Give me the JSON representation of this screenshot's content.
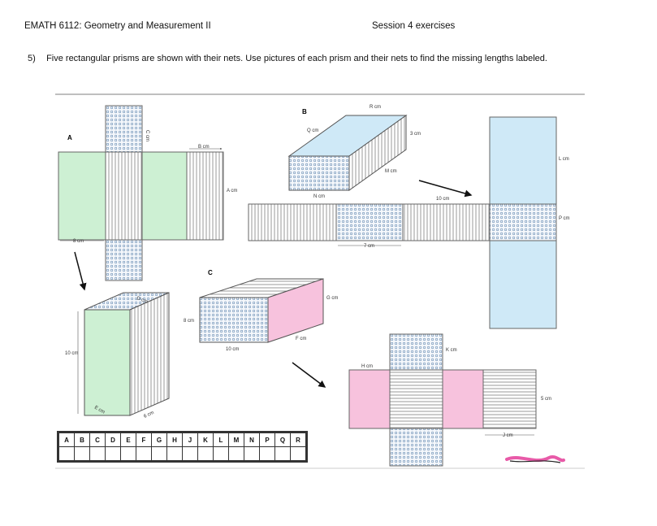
{
  "header": {
    "course": "EMATH 6112: Geometry and Measurement II",
    "session": "Session 4 exercises"
  },
  "prompt": {
    "number": "5)",
    "text": "Five rectangular prisms are shown with their nets. Use pictures of each prism and their nets to find the missing lengths labeled."
  },
  "figure": {
    "prism_labels": {
      "a": "A",
      "b": "B",
      "c": "C"
    },
    "measures": {
      "a_c": "C cm",
      "a_b": "B cm",
      "a_a": "A cm",
      "a_8": "8 cm",
      "b_r": "R cm",
      "b_q": "Q cm",
      "b_3": "3 cm",
      "b_m": "M cm",
      "b_n": "N cm",
      "b_10": "10 cm",
      "b_l": "L cm",
      "b_p": "P cm",
      "b_7": "7 cm",
      "c_g": "G cm",
      "c_8": "8 cm",
      "c_f": "F cm",
      "c_10": "10 cm",
      "c_k": "K cm",
      "c_h": "H cm",
      "c_5": "5 cm",
      "c_j": "J cm",
      "d_d": "D cm",
      "d_10": "10 cm",
      "d_e": "E cm",
      "d_6": "6 cm"
    },
    "colors": {
      "green": "#cdf0d3",
      "blue": "#cfe9f7",
      "pink": "#f7c2dd",
      "scribble": "#e85aa8"
    }
  },
  "answer_table": {
    "letters": [
      "A",
      "B",
      "C",
      "D",
      "E",
      "F",
      "G",
      "H",
      "J",
      "K",
      "L",
      "M",
      "N",
      "P",
      "Q",
      "R"
    ]
  }
}
